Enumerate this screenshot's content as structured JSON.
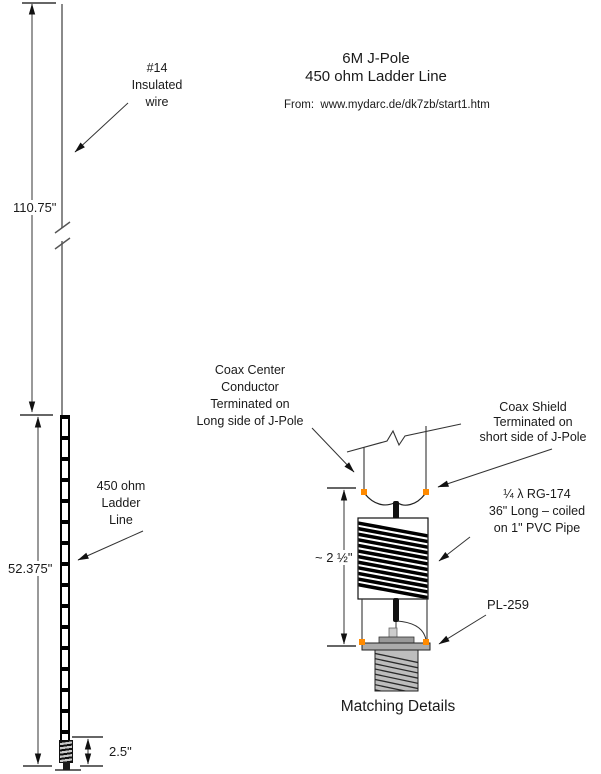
{
  "title": {
    "line1": "6M J-Pole",
    "line2": "450 ohm Ladder Line",
    "source": "From:  www.mydarc.de/dk7zb/start1.htm"
  },
  "colors": {
    "accent_orange": "#FF8A00",
    "line_dark": "#333333",
    "wire_gray": "#8a8a8a"
  },
  "antenna": {
    "wire_label": "#14\nInsulated\nwire",
    "ladder_label": "450 ohm\nLadder\nLine",
    "dim_radiator": "110.75\"",
    "dim_matching": "52.375\"",
    "dim_stub": "2.5\""
  },
  "matching": {
    "caption": "Matching Details",
    "coax_center_label": "Coax Center\nConductor\nTerminated on\nLong side of J-Pole",
    "coax_shield_label": "Coax Shield\nTerminated on\nshort side of J-Pole",
    "rg174_label": "¼ λ RG-174\n36\" Long – coiled\non 1\" PVC Pipe",
    "pl259_label": "PL-259",
    "coil_dim": "~ 2 ½\""
  }
}
